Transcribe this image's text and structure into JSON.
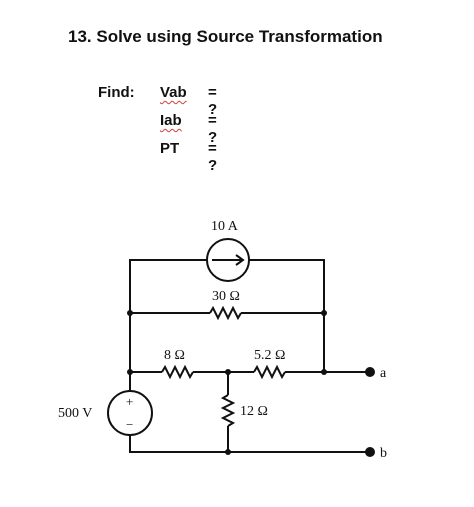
{
  "title": "13. Solve using Source Transformation",
  "find": {
    "label": "Find:",
    "items": [
      {
        "var": "Vab",
        "eq": "= ?"
      },
      {
        "var": "Iab",
        "eq": "= ?"
      },
      {
        "var": "PT",
        "eq": "= ?"
      }
    ]
  },
  "circuit": {
    "current_source": "10 A",
    "r_30": "30 Ω",
    "r_8": "8 Ω",
    "r_5_2": "5.2 Ω",
    "r_12": "12 Ω",
    "voltage_source": "500 V",
    "vs_plus": "+",
    "vs_minus": "−",
    "terminal_a": "a",
    "terminal_b": "b"
  }
}
